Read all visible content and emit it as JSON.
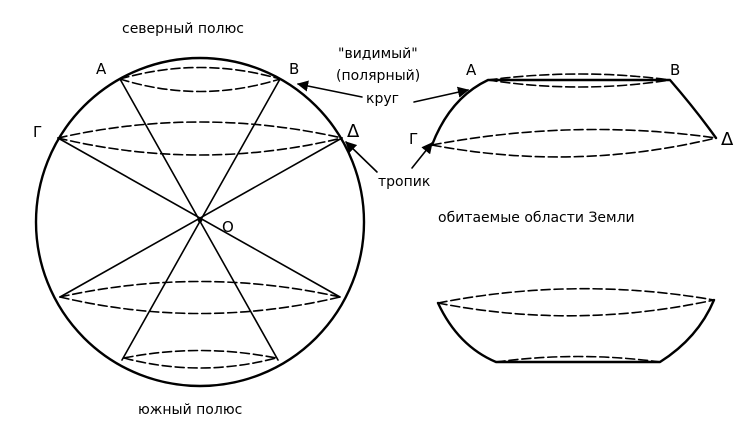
{
  "labels": {
    "north_pole": "северный полюс",
    "south_pole": "южный полюс",
    "visible_circle_line1": "\"видимый\"",
    "visible_circle_line2": "(полярный)",
    "visible_circle_line3": "круг",
    "tropic": "тропик",
    "habitable": "обитаемые области Земли"
  },
  "points": {
    "A": "А",
    "B": "В",
    "G": "Г",
    "D": "Δ",
    "O": "О"
  },
  "colors": {
    "ink": "#000000",
    "paper": "#ffffff"
  }
}
